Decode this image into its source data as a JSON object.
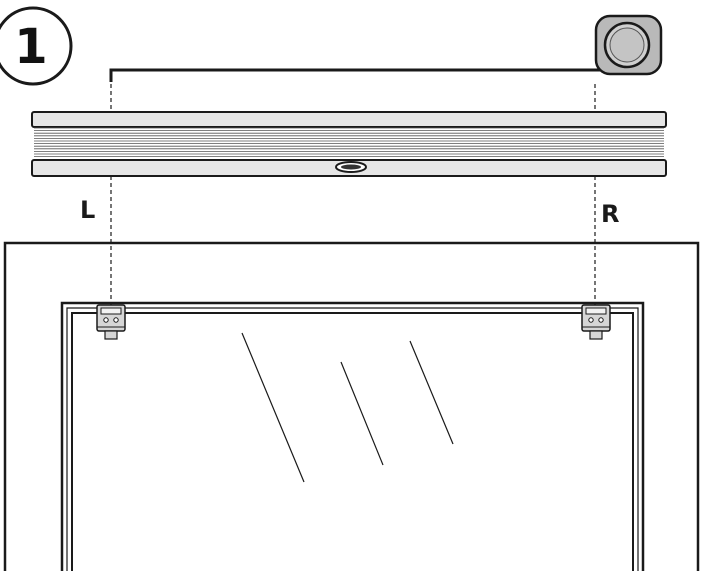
{
  "step": {
    "number": "1"
  },
  "labels": {
    "left": "L",
    "right": "R"
  },
  "colors": {
    "line": "#1a1a1a",
    "blind_fill": "#e6e6e6",
    "pleat": "#555555",
    "tape_body": "#b9b9b9",
    "tape_dial": "#cfcfcf"
  },
  "icons": {
    "tape_measure": "tape-measure-icon",
    "blind": "pleated-blind-headrail",
    "bracket": "mounting-bracket-icon"
  }
}
